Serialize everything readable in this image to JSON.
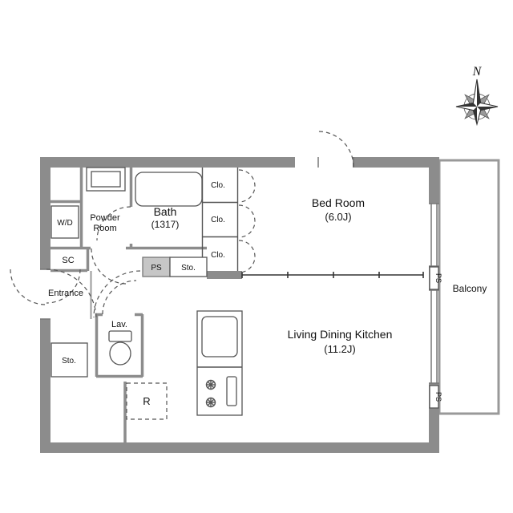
{
  "floorplan": {
    "rooms": {
      "bath": {
        "name": "Bath",
        "size": "(1317)"
      },
      "powder_room": {
        "name_line1": "Powder",
        "name_line2": "Room"
      },
      "washer_dryer": {
        "abbr": "W/D"
      },
      "shoe_closet": {
        "abbr": "SC"
      },
      "entrance": {
        "name": "Entrance"
      },
      "lavatory": {
        "abbr": "Lav."
      },
      "storage_hall": {
        "abbr": "Sto."
      },
      "pipe_space_center": {
        "abbr": "PS"
      },
      "storage_center": {
        "abbr": "Sto."
      },
      "closets": [
        {
          "abbr": "Clo."
        },
        {
          "abbr": "Clo."
        },
        {
          "abbr": "Clo."
        }
      ],
      "bedroom": {
        "name": "Bed Room",
        "size": "(6.0J)"
      },
      "living_dining_kitchen": {
        "name": "Living Dining Kitchen",
        "size": "(11.2J)"
      },
      "balcony": {
        "name": "Balcony"
      },
      "refrigerator_space": {
        "abbr": "R"
      },
      "pipe_space_right_top": {
        "abbr": "PS"
      },
      "pipe_space_right_bottom": {
        "abbr": "PS"
      }
    },
    "compass": {
      "north": "N"
    },
    "icons": {
      "compass_rose": "eight-point-star",
      "stove_burner": "asterisk-flower",
      "toilet": "tank-and-bowl",
      "bathtub": "rounded-rect",
      "door_swing": "dashed-quarter-arc"
    },
    "colors": {
      "wall": "#8c8c8c",
      "line": "#555555",
      "background": "#ffffff"
    }
  }
}
